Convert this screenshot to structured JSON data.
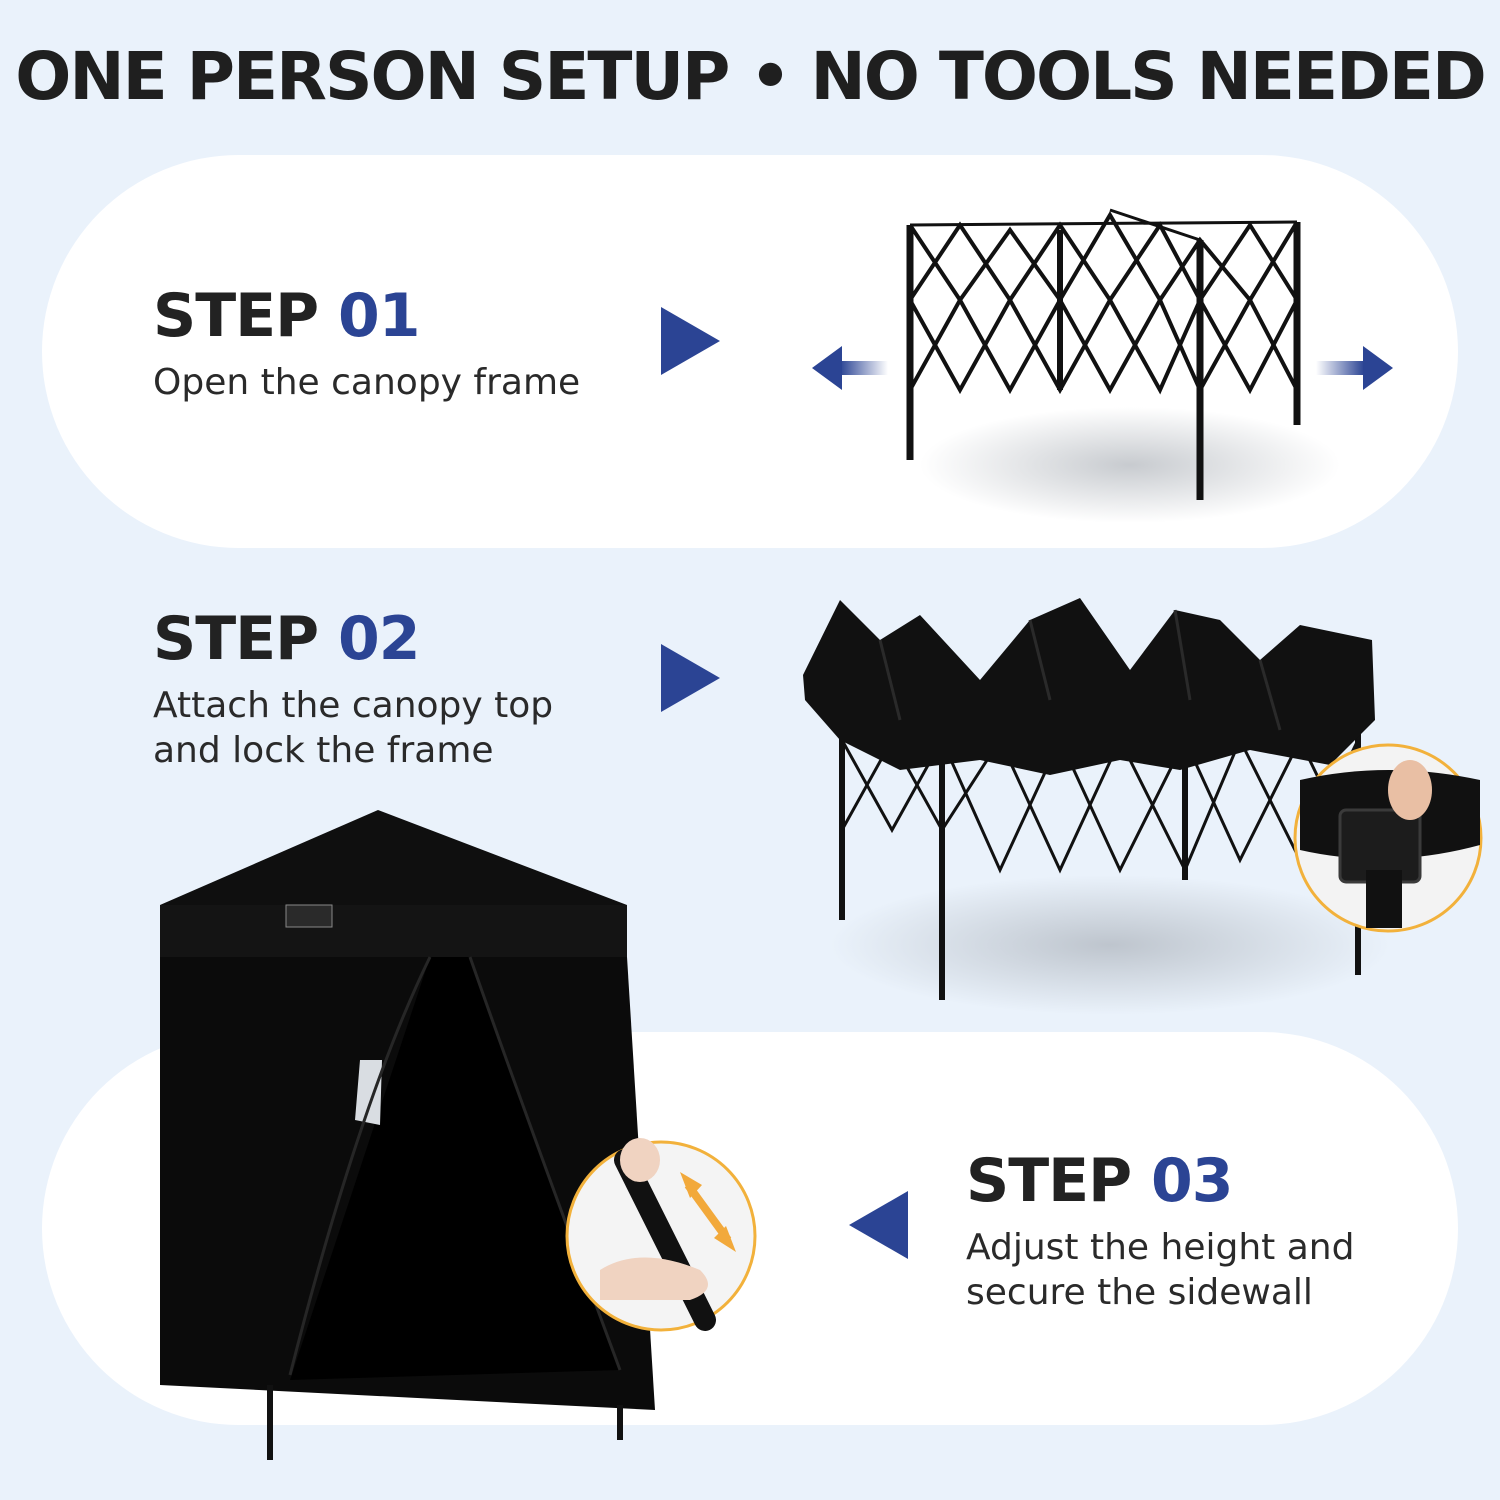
{
  "headline": "ONE PERSON SETUP • NO TOOLS NEEDED",
  "steps": [
    {
      "word": "STEP",
      "number": "01",
      "desc_lines": [
        "Open the canopy frame"
      ]
    },
    {
      "word": "STEP",
      "number": "02",
      "desc_lines": [
        "Attach the canopy top",
        "and lock the frame"
      ]
    },
    {
      "word": "STEP",
      "number": "03",
      "desc_lines": [
        "Adjust the height and",
        "secure the sidewall"
      ]
    }
  ],
  "colors": {
    "background": "#eaf2fb",
    "panel": "#ffffff",
    "accent_blue": "#2b4494",
    "frame_black": "#111111",
    "callout_ring": "#f2b13b"
  },
  "icons": [
    "arrow-right-icon",
    "arrow-left-icon",
    "expand-arrows-icon",
    "double-arrow-icon"
  ]
}
